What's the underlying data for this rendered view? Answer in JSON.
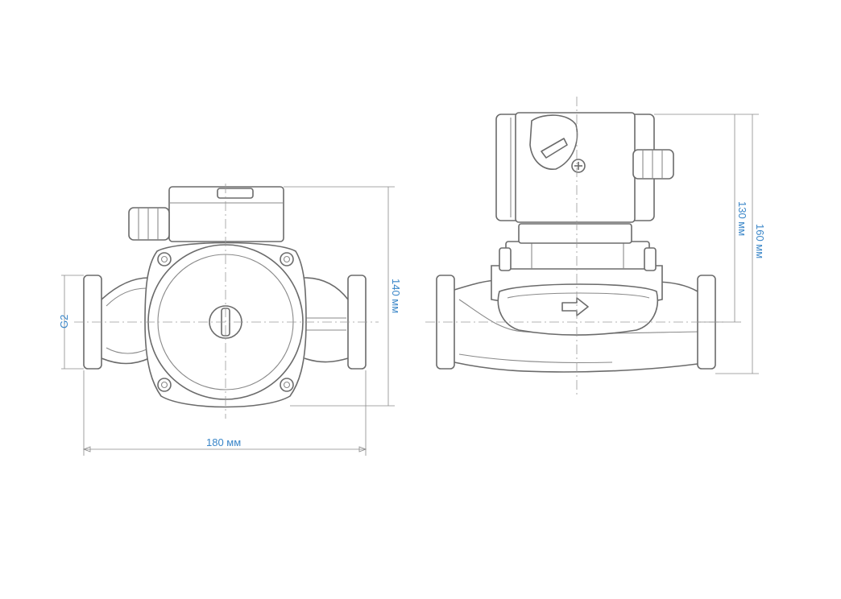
{
  "dimensions": {
    "width_label": "180 мм",
    "front_height_label": "140 мм",
    "side_height_130_label": "130 мм",
    "side_height_160_label": "160 мм",
    "thread_label": "G2"
  },
  "colors": {
    "dimension_text": "#3a86c8",
    "line": "#6b6b6b",
    "background": "#ffffff"
  }
}
